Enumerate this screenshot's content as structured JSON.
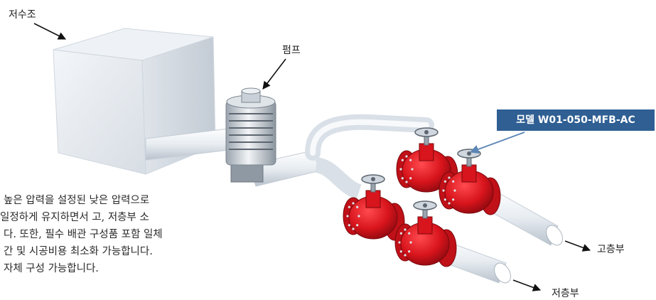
{
  "labels": {
    "reservoir": "저수조",
    "pump": "펌프",
    "model": "모델 W01-050-MFB-AC",
    "high_zone": "고층부",
    "low_zone": "저층부"
  },
  "description": {
    "line1": "높은 압력을 설정된 낮은 압력으로",
    "line2": "일정하게 유지하면서 고, 저층부 소",
    "line3": "다. 또한, 필수 배관 구성품 포함 일체",
    "line4": "간 및 시공비용 최소화 가능합니다.",
    "line5": "자체 구성 가능합니다."
  },
  "colors": {
    "model_box": "#2f5f93",
    "valve_red": "#d8141c",
    "pipe": "#e7ecf1",
    "arrow_blue": "#5b86b5"
  }
}
